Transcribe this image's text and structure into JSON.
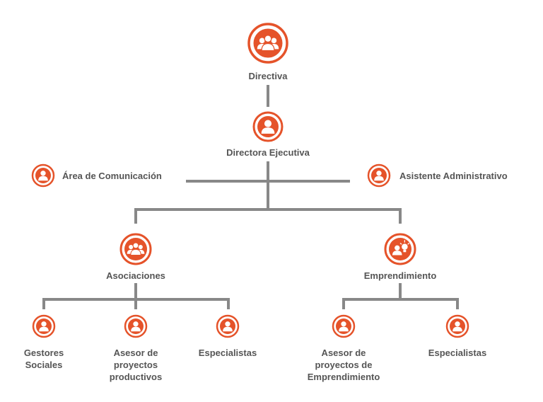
{
  "colors": {
    "accent": "#e5532a",
    "line": "#888888",
    "text": "#555555"
  },
  "nodes": {
    "directiva": {
      "label": "Directiva",
      "icon": "group-icon"
    },
    "directora": {
      "label": "Directora Ejecutiva",
      "icon": "person-icon"
    },
    "comunicacion": {
      "label": "Área de Comunicación",
      "icon": "person-icon"
    },
    "asistente": {
      "label": "Asistente Administrativo",
      "icon": "person-icon"
    },
    "asociaciones": {
      "label": "Asociaciones",
      "icon": "group-icon"
    },
    "emprendimiento": {
      "label": "Emprendimiento",
      "icon": "idea-person-icon"
    },
    "gestores": {
      "label": "Gestores\nSociales",
      "icon": "person-icon"
    },
    "asesor_prod": {
      "label": "Asesor de\nproyectos\nproductivos",
      "icon": "person-icon"
    },
    "especialistas_a": {
      "label": "Especialistas",
      "icon": "person-icon"
    },
    "asesor_empr": {
      "label": "Asesor de\nproyectos de\nEmprendimiento",
      "icon": "person-icon"
    },
    "especialistas_e": {
      "label": "Especialistas",
      "icon": "person-icon"
    }
  }
}
